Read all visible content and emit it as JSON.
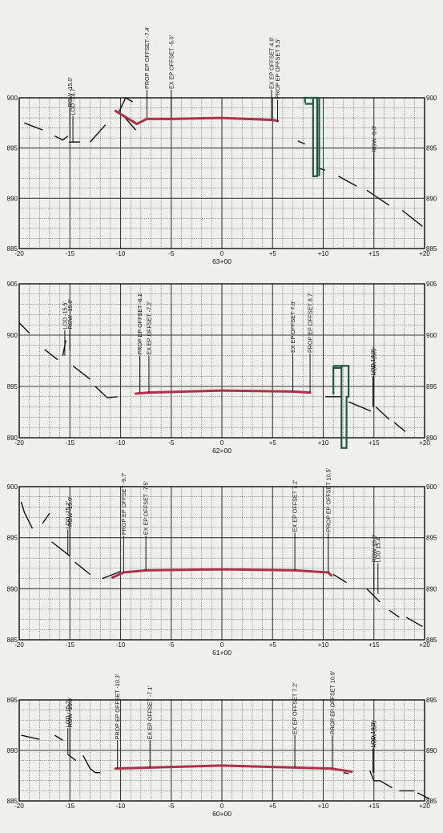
{
  "colors": {
    "paper": "#efefec",
    "grid": "#3a3a3a",
    "ground": "#111111",
    "proposed": "#b0304a",
    "structure": "#1f5a3c"
  },
  "sections": [
    {
      "station": "63+00",
      "x_ticks": [
        "-20",
        "-15",
        "-10",
        "-5",
        "0",
        "+5",
        "+10",
        "+15",
        "+20"
      ],
      "y_ticks": [
        "885",
        "890",
        "895",
        "900"
      ],
      "ylim": [
        885,
        900
      ],
      "ground_segments": [
        [
          [
            -19.5,
            897.5
          ],
          [
            -17.7,
            896.8
          ]
        ],
        [
          [
            -16.5,
            896.2
          ],
          [
            -15.7,
            895.8
          ],
          [
            -15.2,
            896.2
          ]
        ],
        [
          [
            -15.1,
            895.6
          ],
          [
            -14.0,
            895.6
          ]
        ],
        [
          [
            -13.0,
            895.6
          ],
          [
            -11.5,
            897.3
          ]
        ],
        [
          [
            -9.8,
            898.3
          ],
          [
            -8.5,
            896.8
          ]
        ],
        [
          [
            -10.2,
            898.5
          ],
          [
            -9.5,
            900.0
          ],
          [
            -8.8,
            899.6
          ]
        ],
        [
          [
            7.5,
            895.7
          ],
          [
            8.2,
            895.4
          ]
        ],
        [
          [
            9.5,
            893.0
          ],
          [
            10.2,
            892.8
          ]
        ],
        [
          [
            11.5,
            892.2
          ],
          [
            13.3,
            891.2
          ]
        ],
        [
          [
            14.3,
            890.8
          ],
          [
            16.5,
            889.3
          ]
        ],
        [
          [
            17.8,
            888.8
          ],
          [
            19.8,
            887.2
          ]
        ]
      ],
      "proposed": [
        [
          -10.5,
          898.7
        ],
        [
          -8.4,
          897.4
        ],
        [
          -7.4,
          897.9
        ],
        [
          -5.0,
          897.9
        ],
        [
          0,
          898.0
        ],
        [
          5.0,
          897.8
        ],
        [
          5.5,
          897.7
        ]
      ],
      "structure": [
        [
          [
            8.2,
            899.5
          ],
          [
            8.2,
            900.0
          ],
          [
            9.0,
            900.0
          ],
          [
            9.0,
            899.4
          ],
          [
            8.2,
            899.4
          ]
        ],
        [
          [
            9.0,
            900.0
          ],
          [
            9.0,
            892.2
          ],
          [
            9.4,
            892.2
          ],
          [
            9.4,
            900.0
          ],
          [
            9.0,
            900.0
          ]
        ],
        [
          [
            9.4,
            900.0
          ],
          [
            9.4,
            899.5
          ]
        ],
        [
          [
            9.6,
            900.0
          ],
          [
            9.6,
            892.2
          ]
        ]
      ],
      "labels": [
        {
          "text": "RGW -15.0'",
          "x": -15.0,
          "from": 896.0,
          "to": 899.0
        },
        {
          "text": "LOD -14.7'",
          "x": -14.7,
          "from": 895.6,
          "to": 898.2
        },
        {
          "text": "PROP EP OFFSET -7.4'",
          "x": -7.4,
          "from": 898.0,
          "to": 900.8
        },
        {
          "text": "EX EP OFFSET -5.0'",
          "x": -5.0,
          "from": 898.0,
          "to": 900.8
        },
        {
          "text": "EX EP OFFSET 4.9'",
          "x": 4.9,
          "from": 897.8,
          "to": 900.8
        },
        {
          "text": "PROP EP OFFSET 5.5'",
          "x": 5.5,
          "from": 897.6,
          "to": 899.8
        },
        {
          "text": "RGW -5.0'",
          "x": 15.0,
          "from": 890.5,
          "to": 894.5
        }
      ]
    },
    {
      "station": "62+00",
      "x_ticks": [
        "-20",
        "-15",
        "-10",
        "-5",
        "0",
        "+5",
        "+10",
        "+15",
        "+20"
      ],
      "y_ticks": [
        "890",
        "895",
        "900",
        "905"
      ],
      "ylim": [
        890,
        905
      ],
      "ground_segments": [
        [
          [
            -20.0,
            901.2
          ],
          [
            -19.0,
            900.2
          ]
        ],
        [
          [
            -17.5,
            898.6
          ],
          [
            -16.2,
            897.6
          ]
        ],
        [
          [
            -15.7,
            898.0
          ],
          [
            -15.4,
            899.5
          ]
        ],
        [
          [
            -14.7,
            897.0
          ],
          [
            -13.0,
            895.7
          ]
        ],
        [
          [
            -12.5,
            895.0
          ],
          [
            -11.3,
            893.9
          ],
          [
            -10.3,
            894.0
          ]
        ],
        [
          [
            10.2,
            894.0
          ],
          [
            11.8,
            894.0
          ]
        ],
        [
          [
            12.5,
            893.5
          ],
          [
            14.7,
            892.6
          ]
        ],
        [
          [
            15.2,
            893.0
          ],
          [
            16.5,
            891.8
          ]
        ],
        [
          [
            17.0,
            891.5
          ],
          [
            18.1,
            890.6
          ]
        ]
      ],
      "proposed": [
        [
          -8.5,
          894.3
        ],
        [
          -7.2,
          894.4
        ],
        [
          0,
          894.6
        ],
        [
          7.0,
          894.5
        ],
        [
          8.7,
          894.4
        ]
      ],
      "structure": [
        [
          [
            11.0,
            897.0
          ],
          [
            11.0,
            896.8
          ],
          [
            11.8,
            896.8
          ],
          [
            11.8,
            897.0
          ],
          [
            11.0,
            897.0
          ]
        ],
        [
          [
            11.8,
            897.0
          ],
          [
            11.8,
            889.0
          ],
          [
            12.3,
            889.0
          ],
          [
            12.3,
            894.0
          ],
          [
            12.5,
            894.0
          ],
          [
            12.5,
            897.0
          ],
          [
            11.8,
            897.0
          ]
        ],
        [
          [
            11.0,
            896.8
          ],
          [
            11.0,
            894.2
          ]
        ]
      ],
      "labels": [
        {
          "text": "LOD -15.5'",
          "x": -15.5,
          "from": 898.0,
          "to": 900.5
        },
        {
          "text": "RGW -15.0'",
          "x": -15.0,
          "from": 898.5,
          "to": 900.5
        },
        {
          "text": "PROP EP OFFSET -8.1'",
          "x": -8.1,
          "from": 894.4,
          "to": 898.0
        },
        {
          "text": "EX EP OFFSET -7.2'",
          "x": -7.2,
          "from": 894.4,
          "to": 898.0
        },
        {
          "text": "EX EP OFFSET 7.0'",
          "x": 7.0,
          "from": 894.5,
          "to": 898.2
        },
        {
          "text": "PROP EP OFFSET 8.7'",
          "x": 8.7,
          "from": 894.4,
          "to": 898.2
        },
        {
          "text": "LOD 14.9'",
          "x": 14.9,
          "from": 893.0,
          "to": 896.0
        },
        {
          "text": "RGW 15.0'",
          "x": 15.0,
          "from": 893.0,
          "to": 896.0
        }
      ]
    },
    {
      "station": "61+00",
      "x_ticks": [
        "-20",
        "-15",
        "-10",
        "-5",
        "0",
        "+5",
        "+10",
        "+15",
        "+20"
      ],
      "y_ticks": [
        "885",
        "890",
        "895",
        "900"
      ],
      "ylim": [
        885,
        900
      ],
      "ground_segments": [
        [
          [
            -19.8,
            898.5
          ],
          [
            -19.5,
            897.5
          ],
          [
            -18.7,
            895.9
          ]
        ],
        [
          [
            -17.7,
            896.4
          ],
          [
            -17.0,
            897.4
          ]
        ],
        [
          [
            -16.8,
            894.6
          ],
          [
            -15.0,
            893.2
          ]
        ],
        [
          [
            -14.5,
            892.6
          ],
          [
            -13.0,
            891.4
          ]
        ],
        [
          [
            -11.8,
            891.0
          ],
          [
            -10.5,
            891.5
          ],
          [
            -10.0,
            891.7
          ]
        ],
        [
          [
            11.0,
            891.4
          ],
          [
            12.3,
            890.6
          ]
        ],
        [
          [
            14.3,
            890.0
          ],
          [
            15.6,
            888.7
          ]
        ],
        [
          [
            16.5,
            887.9
          ],
          [
            17.5,
            887.2
          ]
        ],
        [
          [
            18.2,
            887.2
          ],
          [
            19.8,
            886.3
          ]
        ]
      ],
      "proposed": [
        [
          -10.8,
          891.1
        ],
        [
          -9.7,
          891.6
        ],
        [
          -7.5,
          891.8
        ],
        [
          0,
          891.9
        ],
        [
          7.2,
          891.8
        ],
        [
          10.5,
          891.6
        ],
        [
          10.8,
          891.3
        ]
      ],
      "structure": [],
      "labels": [
        {
          "text": "LOD -15.2'",
          "x": -15.2,
          "from": 893.3,
          "to": 895.8
        },
        {
          "text": "RGW -15.0'",
          "x": -15.0,
          "from": 893.3,
          "to": 896.0
        },
        {
          "text": "PROP EP OFFSET -9.7'",
          "x": -9.7,
          "from": 891.6,
          "to": 895.2
        },
        {
          "text": "EX EP OFFSET -7.5'",
          "x": -7.5,
          "from": 891.8,
          "to": 895.2
        },
        {
          "text": "EX EP OFFSET 7.2'",
          "x": 7.2,
          "from": 891.8,
          "to": 895.5
        },
        {
          "text": "PROP EP OFFSET 10.5'",
          "x": 10.5,
          "from": 891.6,
          "to": 895.5
        },
        {
          "text": "RGW 15.0'",
          "x": 15.0,
          "from": 889.8,
          "to": 892.5
        },
        {
          "text": "LOD 15.4'",
          "x": 15.4,
          "from": 889.5,
          "to": 892.5
        }
      ]
    },
    {
      "station": "60+00",
      "x_ticks": [
        "-20",
        "-15",
        "-10",
        "-5",
        "0",
        "+5",
        "+10",
        "+15",
        "+20"
      ],
      "y_ticks": [
        "885",
        "890",
        "895"
      ],
      "ylim": [
        885,
        895
      ],
      "ground_segments": [
        [
          [
            -19.8,
            891.5
          ],
          [
            -18.0,
            891.1
          ]
        ],
        [
          [
            -16.5,
            891.5
          ],
          [
            -15.7,
            891.0
          ]
        ],
        [
          [
            -15.2,
            889.6
          ],
          [
            -14.4,
            889.0
          ]
        ],
        [
          [
            -13.7,
            889.5
          ],
          [
            -13.0,
            888.2
          ],
          [
            -12.5,
            887.8
          ],
          [
            -12.0,
            887.8
          ]
        ],
        [
          [
            12.0,
            887.8
          ],
          [
            12.5,
            887.7
          ]
        ],
        [
          [
            14.6,
            888.0
          ],
          [
            15.0,
            887.0
          ],
          [
            15.6,
            887.0
          ],
          [
            16.8,
            886.3
          ]
        ],
        [
          [
            17.5,
            886.0
          ],
          [
            19.0,
            886.0
          ]
        ],
        [
          [
            19.3,
            885.8
          ],
          [
            20.5,
            885.2
          ]
        ]
      ],
      "proposed": [
        [
          -10.5,
          888.2
        ],
        [
          -7.1,
          888.3
        ],
        [
          0,
          888.5
        ],
        [
          7.2,
          888.3
        ],
        [
          10.8,
          888.2
        ],
        [
          12.8,
          887.9
        ]
      ],
      "structure": [],
      "labels": [
        {
          "text": "LOD -15.2'",
          "x": -15.2,
          "from": 889.6,
          "to": 892.2
        },
        {
          "text": "RGW -15.0'",
          "x": -15.0,
          "from": 889.6,
          "to": 892.2
        },
        {
          "text": "PROP EP OFFSET -10.3'",
          "x": -10.3,
          "from": 888.2,
          "to": 891.0
        },
        {
          "text": "EX EP OFFSET -7.1'",
          "x": -7.1,
          "from": 888.3,
          "to": 891.0
        },
        {
          "text": "EX EP OFFSET 7.2'",
          "x": 7.2,
          "from": 888.3,
          "to": 891.5
        },
        {
          "text": "PROP EP OFFSET 10.9'",
          "x": 10.9,
          "from": 888.2,
          "to": 891.5
        },
        {
          "text": "LOD 14.9'",
          "x": 14.9,
          "from": 887.8,
          "to": 890.2
        },
        {
          "text": "RGW 15.0'",
          "x": 15.0,
          "from": 887.8,
          "to": 890.2
        }
      ]
    }
  ]
}
